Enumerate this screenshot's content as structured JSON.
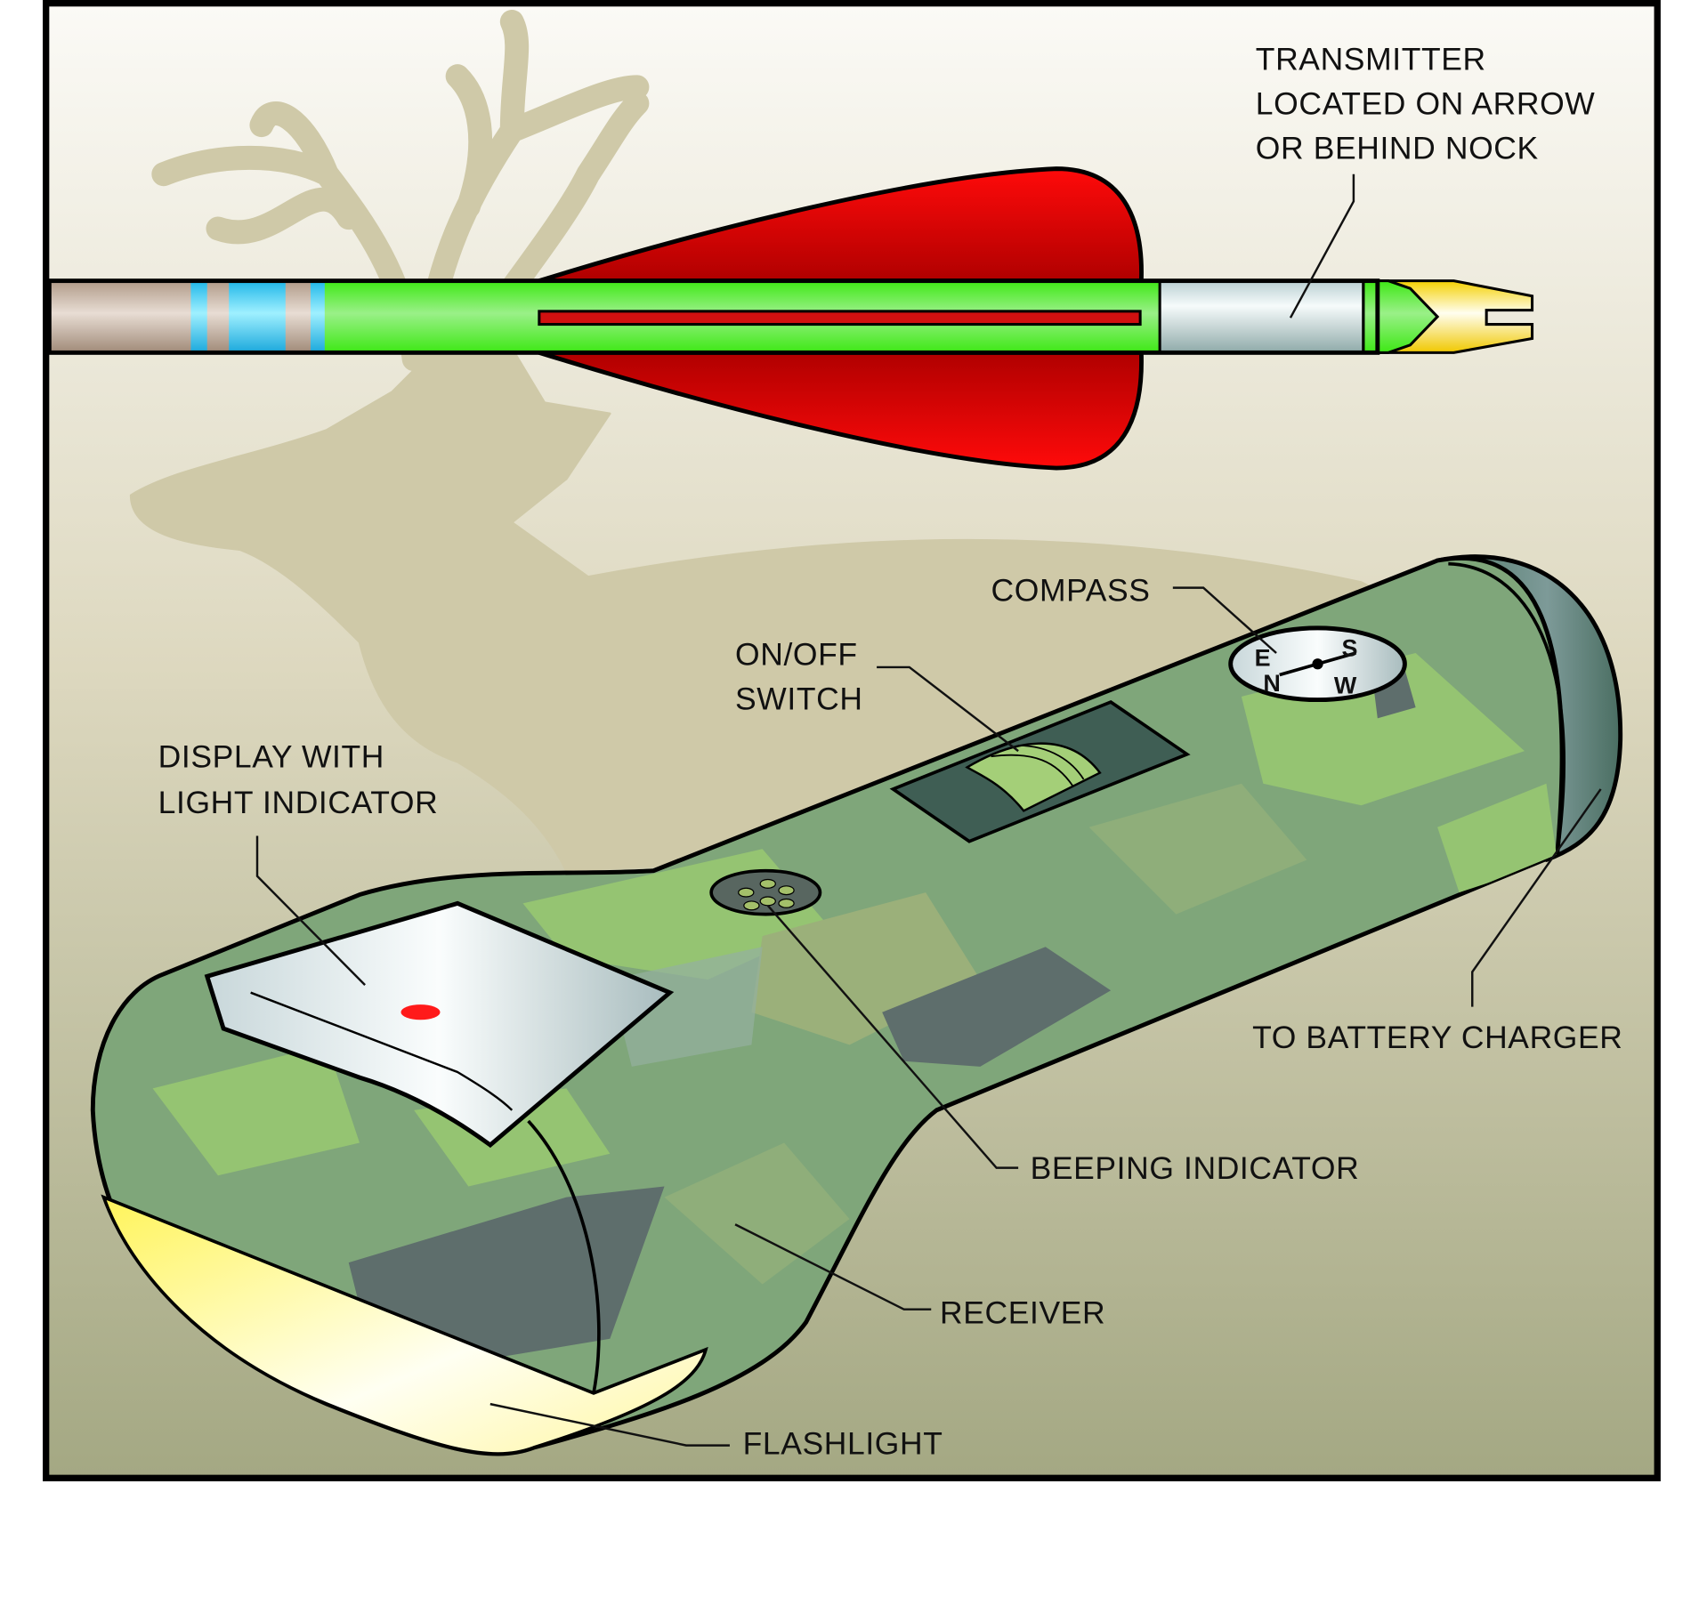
{
  "title": "Arrow transmitter and receiver tracking device",
  "labels": {
    "transmitter": [
      "TRANSMITTER",
      "LOCATED ON ARROW",
      "OR BEHIND NOCK"
    ],
    "compass": "COMPASS",
    "switch": [
      "ON/OFF",
      "SWITCH"
    ],
    "display": [
      "DISPLAY WITH",
      "LIGHT INDICATOR"
    ],
    "battery": "TO BATTERY CHARGER",
    "beeping": "BEEPING INDICATOR",
    "receiver": "RECEIVER",
    "flashlight": "FLASHLIGHT"
  },
  "compass_letters": {
    "n": "N",
    "e": "E",
    "s": "S",
    "w": "W"
  },
  "colors": {
    "fletching": "#e00000",
    "shaft": "#44ee22",
    "camo": "#7fa67a",
    "elk": "#cfc9a8",
    "indicator": "#ff1a1a"
  }
}
